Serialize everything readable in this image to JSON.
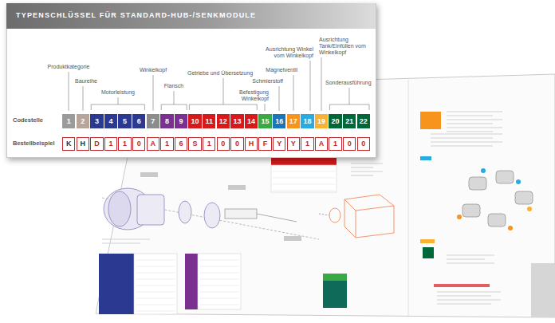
{
  "diagram": {
    "title": "TYPENSCHLÜSSEL FÜR STANDARD-HUB-/SENKMODULE",
    "nodes": [
      {
        "text": [
          "1"
        ]
      },
      {
        "text": [
          "2"
        ]
      },
      {
        "text": [
          "3"
        ]
      },
      {
        "text": [
          "4"
        ]
      },
      {
        "text": [
          "5"
        ]
      },
      {
        "text": [
          "6"
        ]
      },
      {
        "text": [
          "7"
        ]
      },
      {
        "text": [
          "8"
        ]
      },
      {
        "text": [
          "9"
        ]
      },
      {
        "text": [
          "10"
        ]
      },
      {
        "text": [
          "11"
        ]
      },
      {
        "text": [
          "12"
        ]
      },
      {
        "text": [
          "13"
        ]
      },
      {
        "text": [
          "14"
        ]
      },
      {
        "text": [
          "15"
        ]
      },
      {
        "text": [
          "16"
        ]
      },
      {
        "text": [
          "17"
        ]
      },
      {
        "text": [
          "18"
        ]
      },
      {
        "text": [
          "19"
        ]
      },
      {
        "text": [
          "20"
        ]
      },
      {
        "text": [
          "21"
        ]
      },
      {
        "text": [
          "22"
        ]
      },
      {
        "text": [
          "K"
        ]
      },
      {
        "text": [
          "H"
        ]
      },
      {
        "text": [
          "D"
        ]
      },
      {
        "text": [
          "1"
        ]
      },
      {
        "text": [
          "1"
        ]
      },
      {
        "text": [
          "0"
        ]
      },
      {
        "text": [
          "A"
        ]
      },
      {
        "text": [
          "1"
        ]
      },
      {
        "text": [
          "6"
        ]
      },
      {
        "text": [
          "S"
        ]
      },
      {
        "text": [
          "1"
        ]
      },
      {
        "text": [
          "0"
        ]
      },
      {
        "text": [
          "0"
        ]
      },
      {
        "text": [
          "H"
        ]
      },
      {
        "text": [
          "F"
        ]
      },
      {
        "text": [
          "Y"
        ]
      },
      {
        "text": [
          "Y"
        ]
      },
      {
        "text": [
          "1"
        ]
      },
      {
        "text": [
          "A"
        ]
      },
      {
        "text": [
          "1"
        ]
      },
      {
        "text": [
          "0"
        ]
      },
      {
        "text": [
          "0"
        ]
      }
    ],
    "labels": [
      "Produktkategorie",
      "Baureihe",
      "Motorleistung",
      "Winkelkopf",
      "Flansch",
      "Getriebe und Übersetzung",
      "Befestigung Winkelkopf",
      "Schmierstoff",
      "Magnetventil",
      "Ausrichtung Winkel vom Winkelkopf",
      "Ausrichtung Tank/Einfüllen vom Winkelkopf",
      "Sonderausführung",
      "Codestelle",
      "Bestellbeispiel"
    ]
  }
}
